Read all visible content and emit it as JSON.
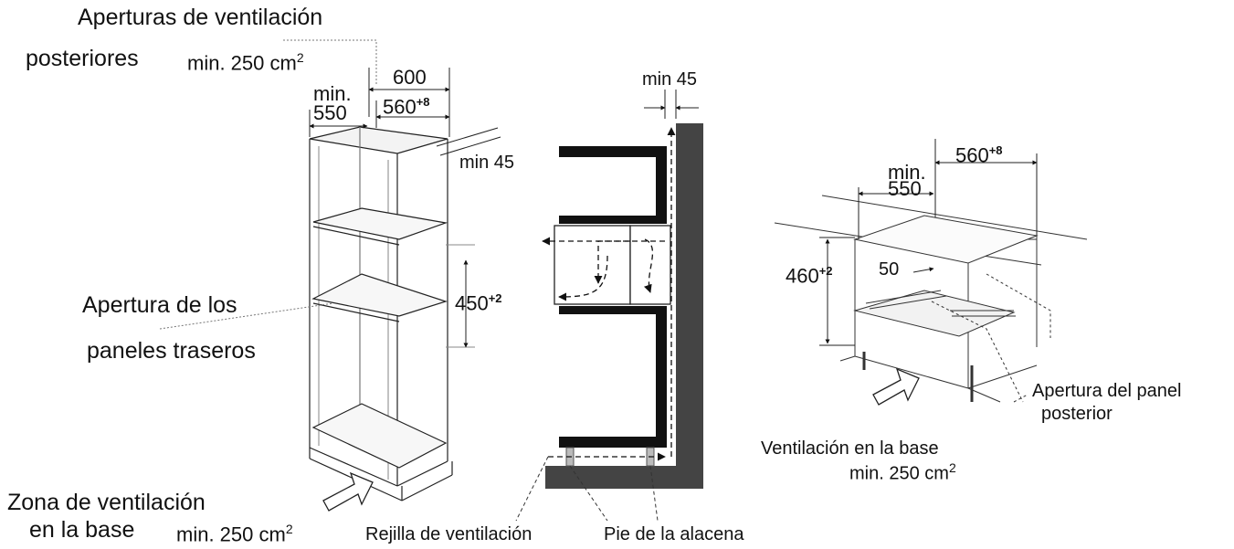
{
  "labels": {
    "rear_vents_title_1": "Aperturas de ventilación",
    "rear_vents_title_2": "posteriores",
    "rear_vents_min": "min. 250 cm",
    "sq": "2",
    "rear_panel_opening_1": "Apertura de los",
    "rear_panel_opening_2": "paneles traseros",
    "base_zone_1": "Zona de ventilación",
    "base_zone_2": "en la base",
    "base_zone_min": "min. 250 cm",
    "vent_grille": "Rejilla de ventilación",
    "cabinet_foot": "Pie de la alacena",
    "rear_panel_opening_right_1": "Apertura del panel",
    "rear_panel_opening_right_2": "posterior",
    "base_vent_right_1": "Ventilación en la base",
    "base_vent_right_2": "min. 250 cm"
  },
  "dimensions": {
    "width_600": "600",
    "min_label": "min.",
    "depth_550": "550",
    "niche_560": "560",
    "tol_plus8": "+8",
    "gap_min45": "min 45",
    "height_450": "450",
    "tol_plus2": "+2",
    "height_460": "460",
    "offset_50": "50"
  }
}
